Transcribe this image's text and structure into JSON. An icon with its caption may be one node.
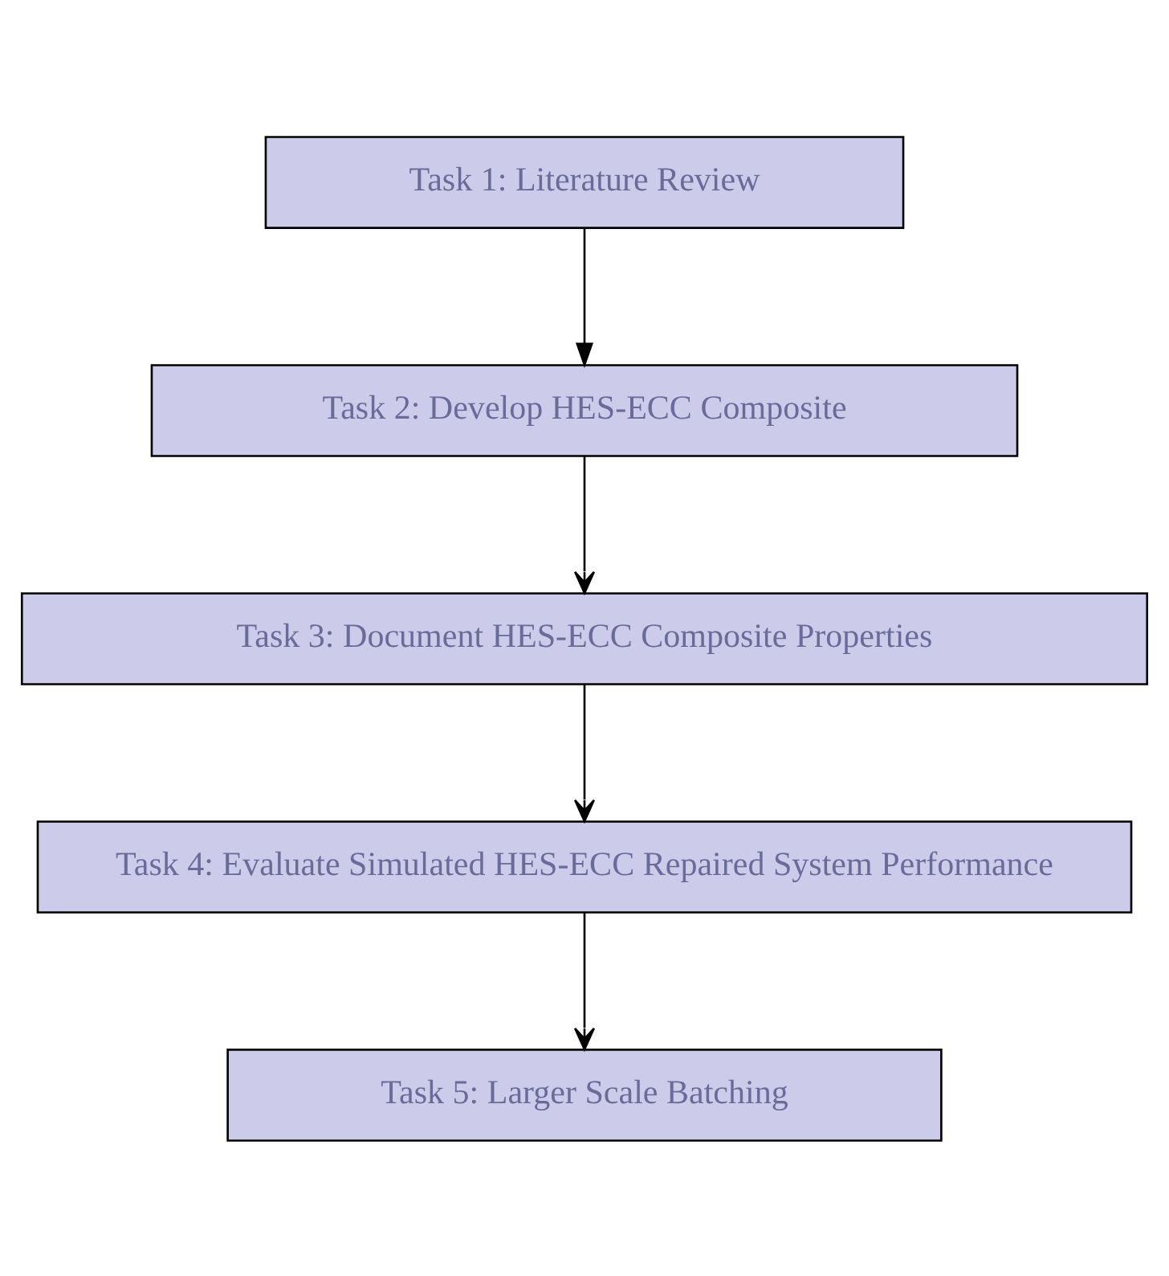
{
  "diagram": {
    "nodes": [
      {
        "text": [
          "Task 1: Literature Review"
        ]
      },
      {
        "text": [
          "Task 2: Develop HES-ECC Composite"
        ]
      },
      {
        "text": [
          "Task 3: Document HES-ECC Composite Properties"
        ]
      },
      {
        "text": [
          "Task 4: Evaluate Simulated HES-ECC Repaired System Performance"
        ]
      },
      {
        "text": [
          "Task 5: Larger Scale Batching"
        ]
      }
    ],
    "edges": [
      {
        "from": 0,
        "to": 1,
        "arrow": "to"
      },
      {
        "from": 1,
        "to": 2,
        "arrow": "to"
      },
      {
        "from": 2,
        "to": 3,
        "arrow": "to"
      },
      {
        "from": 3,
        "to": 4,
        "arrow": "to"
      }
    ]
  }
}
